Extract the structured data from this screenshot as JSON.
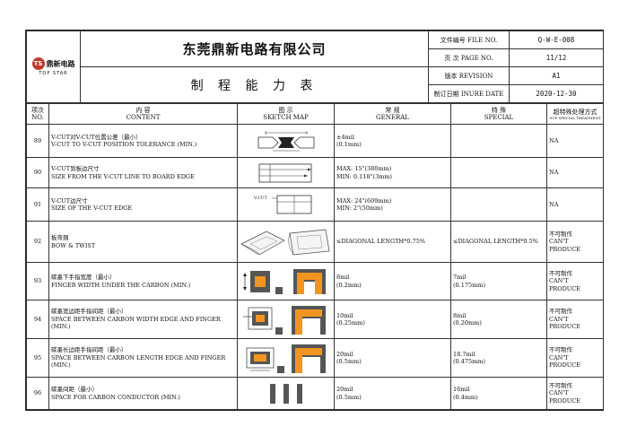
{
  "header": {
    "logo_text": "鼎新电路",
    "logo_sub": "TOP STAR",
    "logo_mark": "TS",
    "company": "东莞鼎新电路有限公司",
    "title": "制 程 能 力 表",
    "meta": [
      {
        "label": "文件编号 FILE NO.",
        "value": "Q-W-E-008"
      },
      {
        "label": "页  次 PAGE NO.",
        "value": "11/12"
      },
      {
        "label": "版本 REVISION",
        "value": "A1"
      },
      {
        "label": "制订日期 INURE DATE",
        "value": "2020-12-30"
      }
    ]
  },
  "columns": {
    "no_cn": "项次",
    "no_en": "NO.",
    "content_cn": "内    容",
    "content_en": "CONTENT",
    "sketch_cn": "图    示",
    "sketch_en": "SKETCH MAP",
    "general_cn": "常    规",
    "general_en": "GENERAL",
    "special_cn": "特    殊",
    "special_en": "SPECIAL",
    "treat_cn": "超特殊处理方式",
    "treat_en": "SUP SPECIAL TREATMENT"
  },
  "rows": [
    {
      "no": "89",
      "cn": "V-CUT对V-CUT位置公差（最小）",
      "en": "V-CUT TO V-CUT POSITION TOLERANCE (MIN.)",
      "general": [
        "±4mil",
        "(0.1mm)"
      ],
      "special": [],
      "treat": [
        "NA"
      ]
    },
    {
      "no": "90",
      "cn": "V-CUT到板边尺寸",
      "en": "SIZE FROM THE V-CUT LINE TO BOARD EDGE",
      "general": [
        "MAX: 15\"(380mm)",
        "MIN: 0.118\"(3mm)"
      ],
      "special": [],
      "treat": [
        "NA"
      ]
    },
    {
      "no": "91",
      "cn": "V-CUT边尺寸",
      "en": "SIZE OF THE V-CUT EDGE",
      "general": [
        "MAX: 24\"(609mm)",
        "MIN: 2\"(50mm)"
      ],
      "special": [],
      "treat": [
        "NA"
      ],
      "sketch_label": "V-CUT"
    },
    {
      "no": "92",
      "cn": "板弯翘",
      "en": "BOW & TWIST",
      "general": [
        "≤DIAGONAL LENGTH*0.75%"
      ],
      "special": [
        "≤DIAGONAL LENGTH*0.5%"
      ],
      "treat": [
        "不可制作",
        "CAN'T",
        "PRODUCE"
      ]
    },
    {
      "no": "93",
      "cn": "碳墨下手指宽度（最小）",
      "en": "FINGER WIDTH UNDER THE CARBON (MIN.)",
      "general": [
        "8mil",
        "(0.2mm)"
      ],
      "special": [
        "7mil",
        "(0.175mm)"
      ],
      "treat": [
        "不可制作",
        "CAN'T",
        "PRODUCE"
      ]
    },
    {
      "no": "94",
      "cn": "碳墨宽边距手指间距（最小）",
      "en": "SPACE BETWEEN CARBON WIDTH EDGE AND FINGER (MIN.)",
      "general": [
        "10mil",
        "(0.25mm)"
      ],
      "special": [
        "8mil",
        "(0.20mm)"
      ],
      "treat": [
        "不可制作",
        "CAN'T",
        "PRODUCE"
      ]
    },
    {
      "no": "95",
      "cn": "碳墨长边距手指间距（最小）",
      "en": "SPACE BETWEEN CARBON LENGTH EDGE AND FINGER (MIN.)",
      "general": [
        "20mil",
        "(0.5mm)"
      ],
      "special": [
        "18.7mil",
        "(0.475mm)"
      ],
      "treat": [
        "不可制作",
        "CAN'T",
        "PRODUCE"
      ]
    },
    {
      "no": "96",
      "cn": "碳墨间距（最小）",
      "en": "SPACE FOR CARBON CONDUCTOR (MIN.)",
      "general": [
        "20mil",
        "(0.5mm)"
      ],
      "special": [
        "16mil",
        "(0.4mm)"
      ],
      "treat": [
        "不可制作",
        "CAN'T",
        "PRODUCE"
      ]
    }
  ],
  "colors": {
    "carbon": "#f29420",
    "finger": "#555555",
    "logo": "#c0392b"
  }
}
